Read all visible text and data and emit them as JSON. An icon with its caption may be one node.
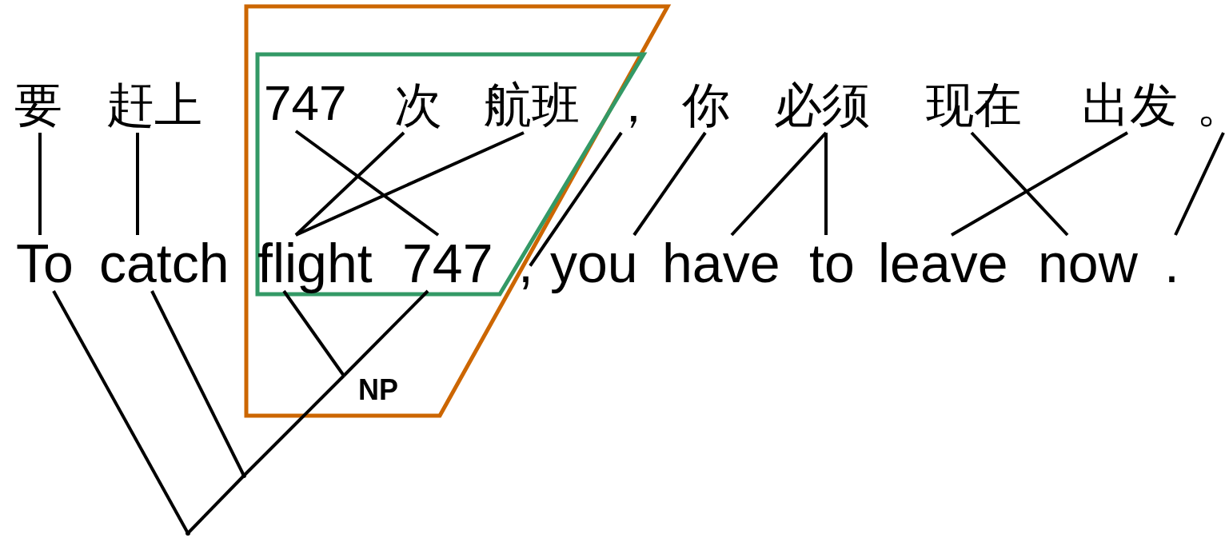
{
  "diagram": {
    "nodes": [
      {
        "text": [
          "要"
        ]
      },
      {
        "text": [
          "赶上"
        ]
      },
      {
        "text": [],
        "shape": "trapezoid"
      },
      {
        "text": [],
        "shape": "trapezoid",
        "in": 2
      },
      {
        "text": [
          "747"
        ],
        "in": 3
      },
      {
        "text": [
          "次"
        ],
        "in": 3
      },
      {
        "text": [
          "航班"
        ],
        "in": 3
      },
      {
        "text": [
          "，"
        ]
      },
      {
        "text": [
          "你"
        ]
      },
      {
        "text": [
          "必须"
        ]
      },
      {
        "text": [
          "现在"
        ]
      },
      {
        "text": [
          "出发"
        ]
      },
      {
        "text": [
          "。"
        ]
      },
      {
        "text": [
          "To"
        ]
      },
      {
        "text": [
          "catch"
        ]
      },
      {
        "text": [
          "flight"
        ],
        "in": 3
      },
      {
        "text": [
          "747"
        ],
        "in": 3
      },
      {
        "text": [
          ","
        ]
      },
      {
        "text": [
          "you"
        ]
      },
      {
        "text": [
          "have"
        ]
      },
      {
        "text": [
          "to"
        ]
      },
      {
        "text": [
          "leave"
        ]
      },
      {
        "text": [
          "now"
        ]
      },
      {
        "text": [
          "."
        ]
      },
      {
        "text": [
          "NP"
        ],
        "in": 2
      },
      {
        "text": [],
        "shape": "point"
      },
      {
        "text": [],
        "shape": "point"
      }
    ],
    "edges": [
      {
        "from": 0,
        "to": 13,
        "arrow": "none"
      },
      {
        "from": 1,
        "to": 14,
        "arrow": "none"
      },
      {
        "from": 4,
        "to": 16,
        "arrow": "none"
      },
      {
        "from": 5,
        "to": 15,
        "arrow": "none"
      },
      {
        "from": 6,
        "to": 15,
        "arrow": "none"
      },
      {
        "from": 7,
        "to": 17,
        "arrow": "none"
      },
      {
        "from": 8,
        "to": 18,
        "arrow": "none"
      },
      {
        "from": 9,
        "to": 19,
        "arrow": "none"
      },
      {
        "from": 9,
        "to": 20,
        "arrow": "none"
      },
      {
        "from": 10,
        "to": 22,
        "arrow": "none"
      },
      {
        "from": 11,
        "to": 21,
        "arrow": "none"
      },
      {
        "from": 12,
        "to": 23,
        "arrow": "none"
      },
      {
        "from": 15,
        "to": 24,
        "arrow": "none"
      },
      {
        "from": 16,
        "to": 24,
        "arrow": "none"
      },
      {
        "from": 24,
        "to": 25,
        "arrow": "none"
      },
      {
        "from": 14,
        "to": 25,
        "arrow": "none"
      },
      {
        "from": 25,
        "to": 26,
        "arrow": "none"
      },
      {
        "from": 13,
        "to": 26,
        "arrow": "none"
      }
    ]
  }
}
